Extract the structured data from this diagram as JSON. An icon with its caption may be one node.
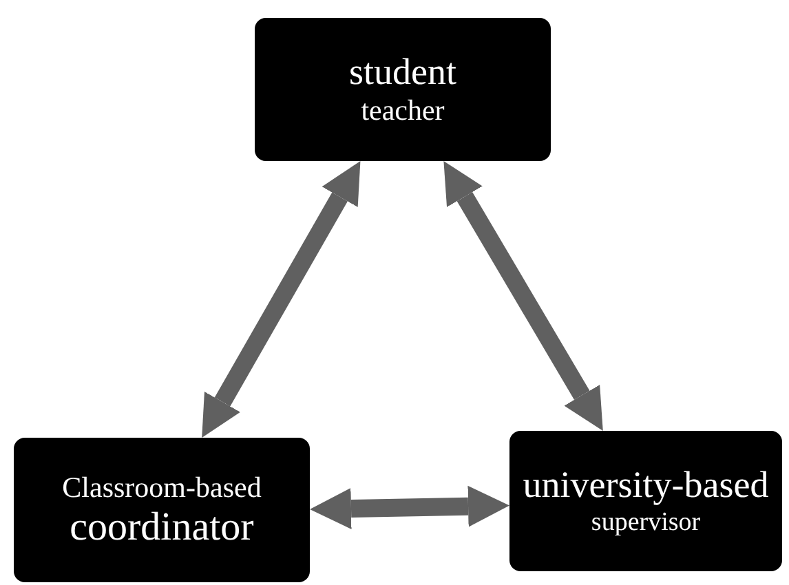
{
  "diagram": {
    "nodes": [
      {
        "text": [
          "student",
          "teacher"
        ]
      },
      {
        "text": [
          "Classroom-based",
          "coordinator"
        ]
      },
      {
        "text": [
          "university-based",
          "supervisor"
        ]
      }
    ],
    "edges": [
      {
        "from": 0,
        "to": 1,
        "arrow": "both"
      },
      {
        "from": 0,
        "to": 2,
        "arrow": "both"
      },
      {
        "from": 1,
        "to": 2,
        "arrow": "both"
      }
    ]
  }
}
